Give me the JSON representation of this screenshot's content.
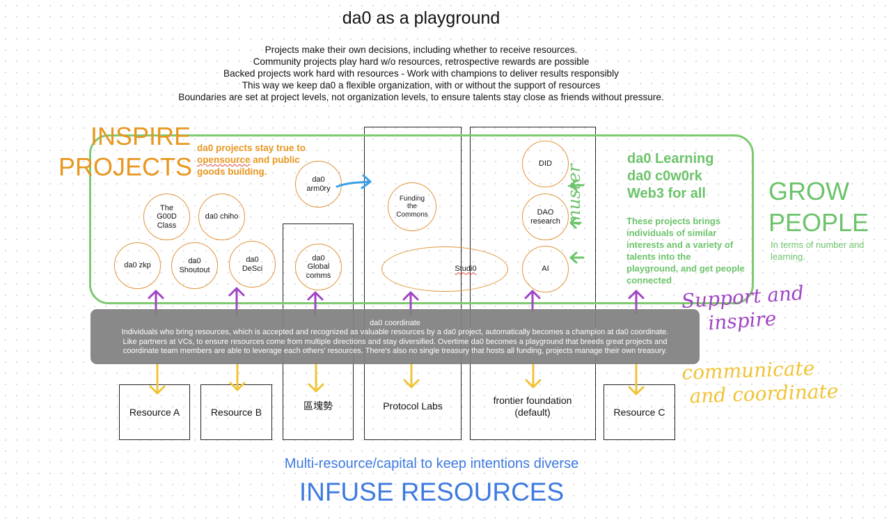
{
  "title": "da0 as a playground",
  "intro_lines": [
    "Projects make their own decisions, including whether to receive resources.",
    "Community projects play hard w/o resources, retrospective rewards are possible",
    "Backed projects work hard with resources - Work with champions to deliver results responsibly",
    "This way we keep da0 a flexible organization, with or without the support of resources",
    "Boundaries are set at project levels, not organization levels, to ensure talents stay close as friends without pressure."
  ],
  "inspire": {
    "title_lines": [
      "INSPIRE",
      "PROJECTS"
    ],
    "note_parts": [
      "da0 projects stay true to ",
      "opensource",
      " and public goods building."
    ]
  },
  "grow": {
    "title_lines": [
      "GROW",
      "PEOPLE"
    ],
    "note": "In terms of number and learning."
  },
  "learning": {
    "lines": [
      "da0 Learning",
      "da0 c0w0rk",
      "Web3 for all"
    ],
    "note": "These projects brings individuals of similar interests and a variety of talents into the playground, and get people connected"
  },
  "projects": {
    "good_class": "The G00D Class",
    "chiho": "da0 chiho",
    "zkp": "da0 zkp",
    "shoutout": "da0 Shoutout",
    "desci": "da0 DeSci",
    "armory": "da0 arm0ry",
    "global_comms": "da0 Global comms",
    "funding_commons": "Funding the Commons",
    "studio": "Studi0",
    "did": "DID",
    "dao_research": "DAO research",
    "ai": "AI"
  },
  "coordinate": {
    "title": "da0 coordinate",
    "body_lines": [
      "Individuals who bring resources, which is accepted and recognized as valuable resources by a da0 project, automatically becomes a champion at da0 coordinate.",
      "Like partners at VCs, to ensure resources come from multiple directions and stay diversified. Overtime da0 becomes a playground that breeds great projects and",
      "coordinate team members are able to leverage each others' resources. There's also no single treasury that hosts all funding, projects manage their own treasury."
    ]
  },
  "resources": {
    "a": "Resource A",
    "b": "Resource B",
    "blockchain": "區塊勢",
    "protocol_labs": "Protocol Labs",
    "frontier_lines": [
      "frontier foundation",
      "(default)"
    ],
    "c": "Resource C"
  },
  "capital_note": "Multi-resource/capital to keep intentions diverse",
  "infuse_title": "INFUSE RESOURCES",
  "handwriting": {
    "support_lines": [
      "Support and",
      "inspire"
    ],
    "communicate_lines": [
      "communicate",
      "and coordinate"
    ],
    "muster": "muster"
  },
  "colors": {
    "orange": "#e8971f",
    "green": "#6cc36b",
    "blue": "#3e7ae0",
    "purple": "#a044c4",
    "yellow": "#f0c437",
    "circle_border": "#e0953b",
    "panel_gray": "#808080"
  }
}
